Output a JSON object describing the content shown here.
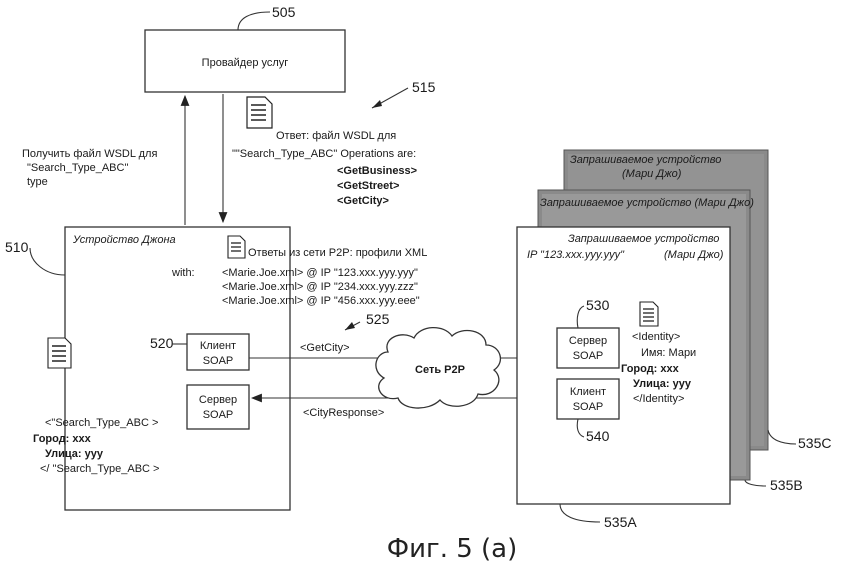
{
  "refs": {
    "provider": "505",
    "wsdl_doc": "515",
    "john_device": "510",
    "soap_client_john": "520",
    "p2p_cloud": "525",
    "soap_server_remote": "530",
    "soap_client_remote": "540",
    "device_a": "535A",
    "device_b": "535B",
    "device_c": "535C"
  },
  "provider_label": "Провайдер услуг",
  "wsdl_request": [
    "Получить файл WSDL для",
    "\"Search_Type_ABC\"",
    "type"
  ],
  "wsdl_response": {
    "title": "Ответ: файл WSDL для",
    "ops_intro": "\"\"Search_Type_ABC\" Operations are:",
    "ops": [
      "<GetBusiness>",
      "<GetStreet>",
      "<GetCity>"
    ]
  },
  "john_device": {
    "title": "Устройство Джона",
    "p2p_answers": "Ответы из сети P2P: профили XML",
    "with_label": "with:",
    "profiles": [
      "<Marie.Joe.xml>  @ IP \"123.xxx.yyy.yyy\"",
      "<Marie.Joe.xml>  @ IP \"234.xxx.yyy.zzz\"",
      "<Marie.Joe.xml>  @ IP \"456.xxx.yyy.eee\""
    ],
    "soap_client": [
      "Клиент",
      "SOAP"
    ],
    "soap_server": [
      "Сервер",
      "SOAP"
    ],
    "query_xml": [
      "<\"Search_Type_ABC >",
      "Город: xxx",
      "Улица: yyy",
      "</ \"Search_Type_ABC >"
    ]
  },
  "messages": {
    "get_city": "<GetCity>",
    "city_response": "<CityResponse>"
  },
  "cloud_label": "Сеть P2P",
  "remote": {
    "title_c": [
      "Запрашиваемое устройство",
      "(Мари Джо)"
    ],
    "title_b": "Запрашиваемое устройство (Мари Джо)",
    "title_a": "Запрашиваемое устройство",
    "ip_a": "IP \"123.xxx.yyy.yyy\"",
    "owner_a": "(Мари Джо)",
    "soap_server": [
      "Сервер",
      "SOAP"
    ],
    "soap_client": [
      "Клиент",
      "SOAP"
    ],
    "identity_xml": [
      "<Identity>",
      "Имя: Мари",
      "Город: xxx",
      "Улица: yyy",
      "</Identity>"
    ]
  },
  "caption": "Фиг. 5 (а)"
}
